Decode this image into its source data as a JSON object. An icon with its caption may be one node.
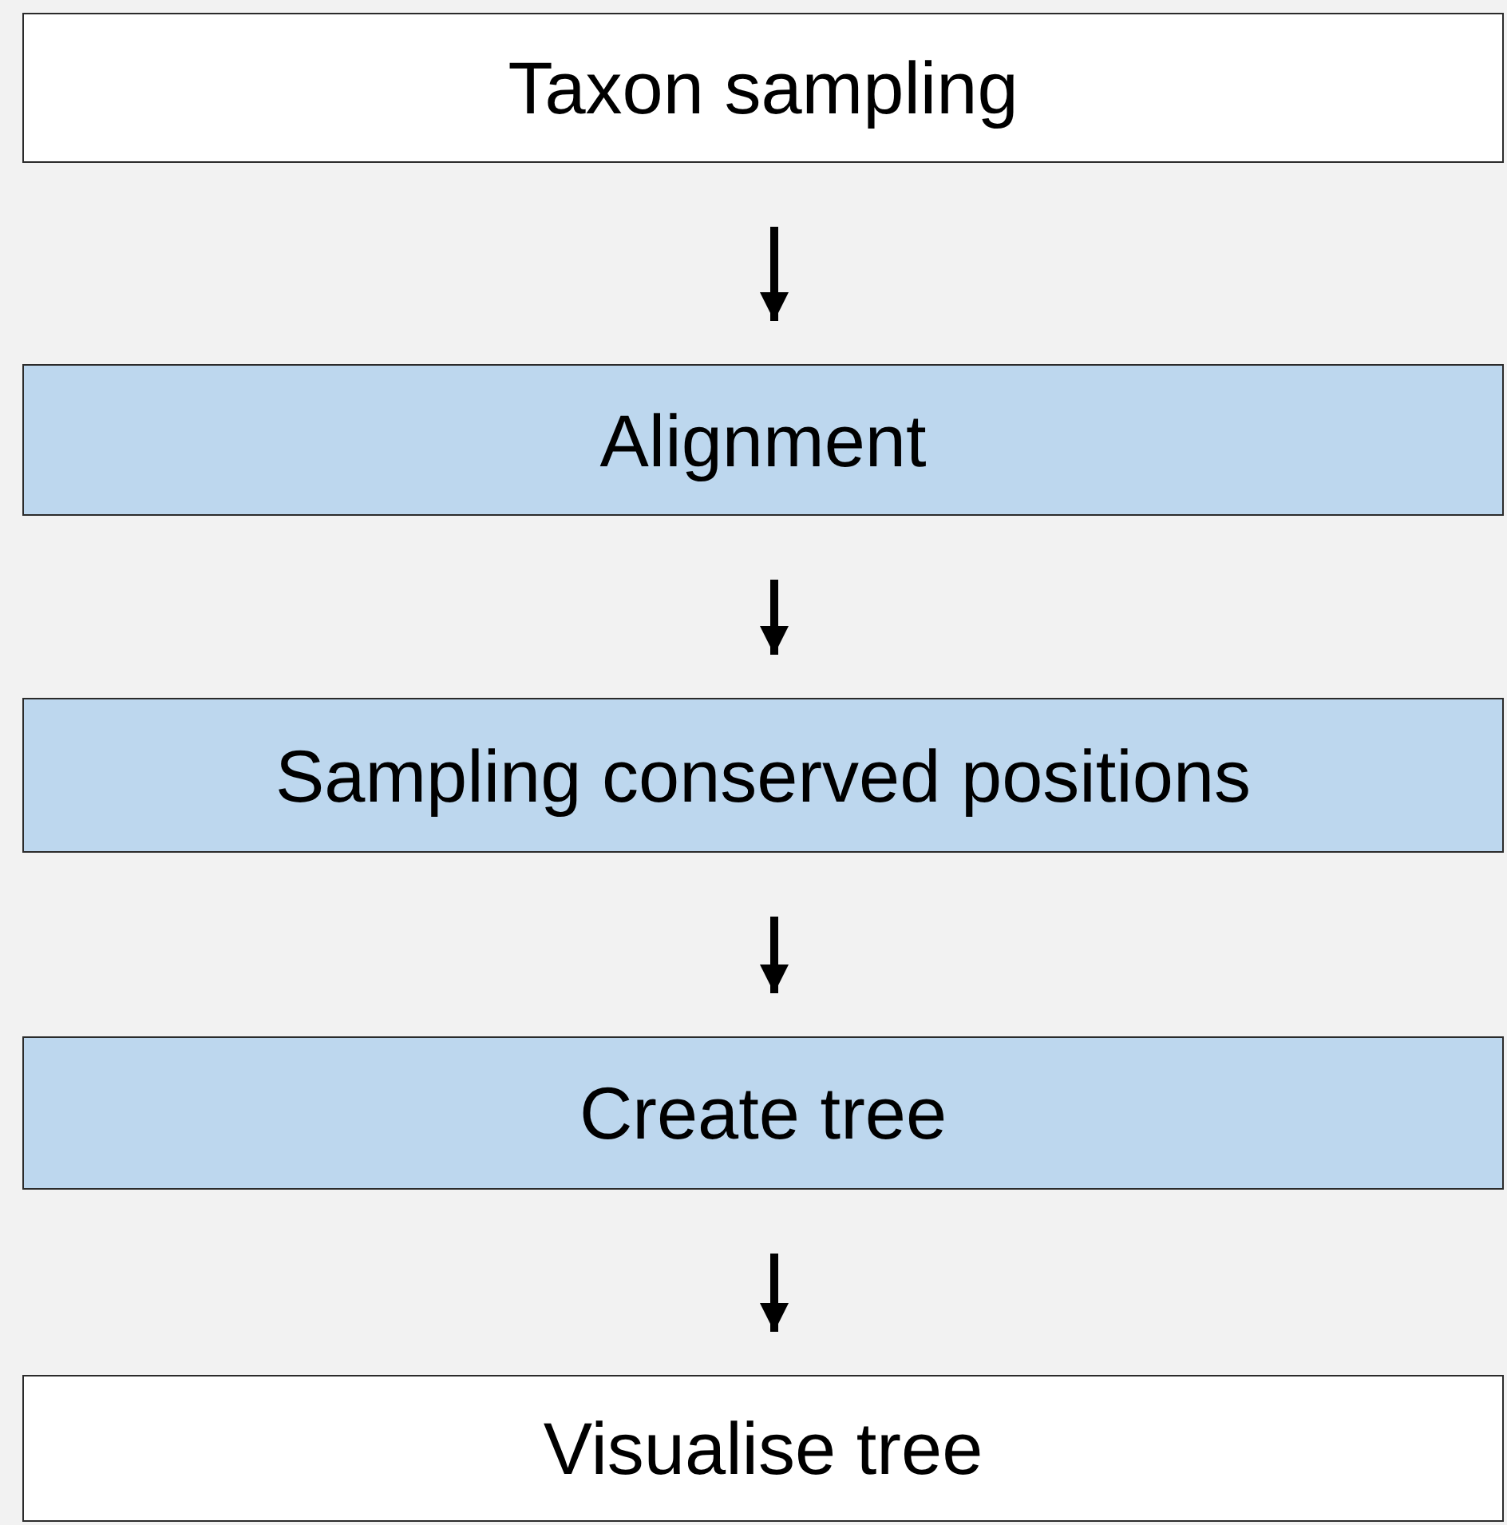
{
  "diagram": {
    "nodes": [
      {
        "text": [
          "Taxon sampling"
        ]
      },
      {
        "text": [
          "Alignment"
        ]
      },
      {
        "text": [
          "Sampling conserved positions"
        ]
      },
      {
        "text": [
          "Create tree"
        ]
      },
      {
        "text": [
          "Visualise tree"
        ]
      }
    ],
    "edges": [
      {
        "from": 0,
        "to": 1,
        "arrow": "to"
      },
      {
        "from": 1,
        "to": 2,
        "arrow": "to"
      },
      {
        "from": 2,
        "to": 3,
        "arrow": "to"
      },
      {
        "from": 3,
        "to": 4,
        "arrow": "to"
      }
    ]
  }
}
